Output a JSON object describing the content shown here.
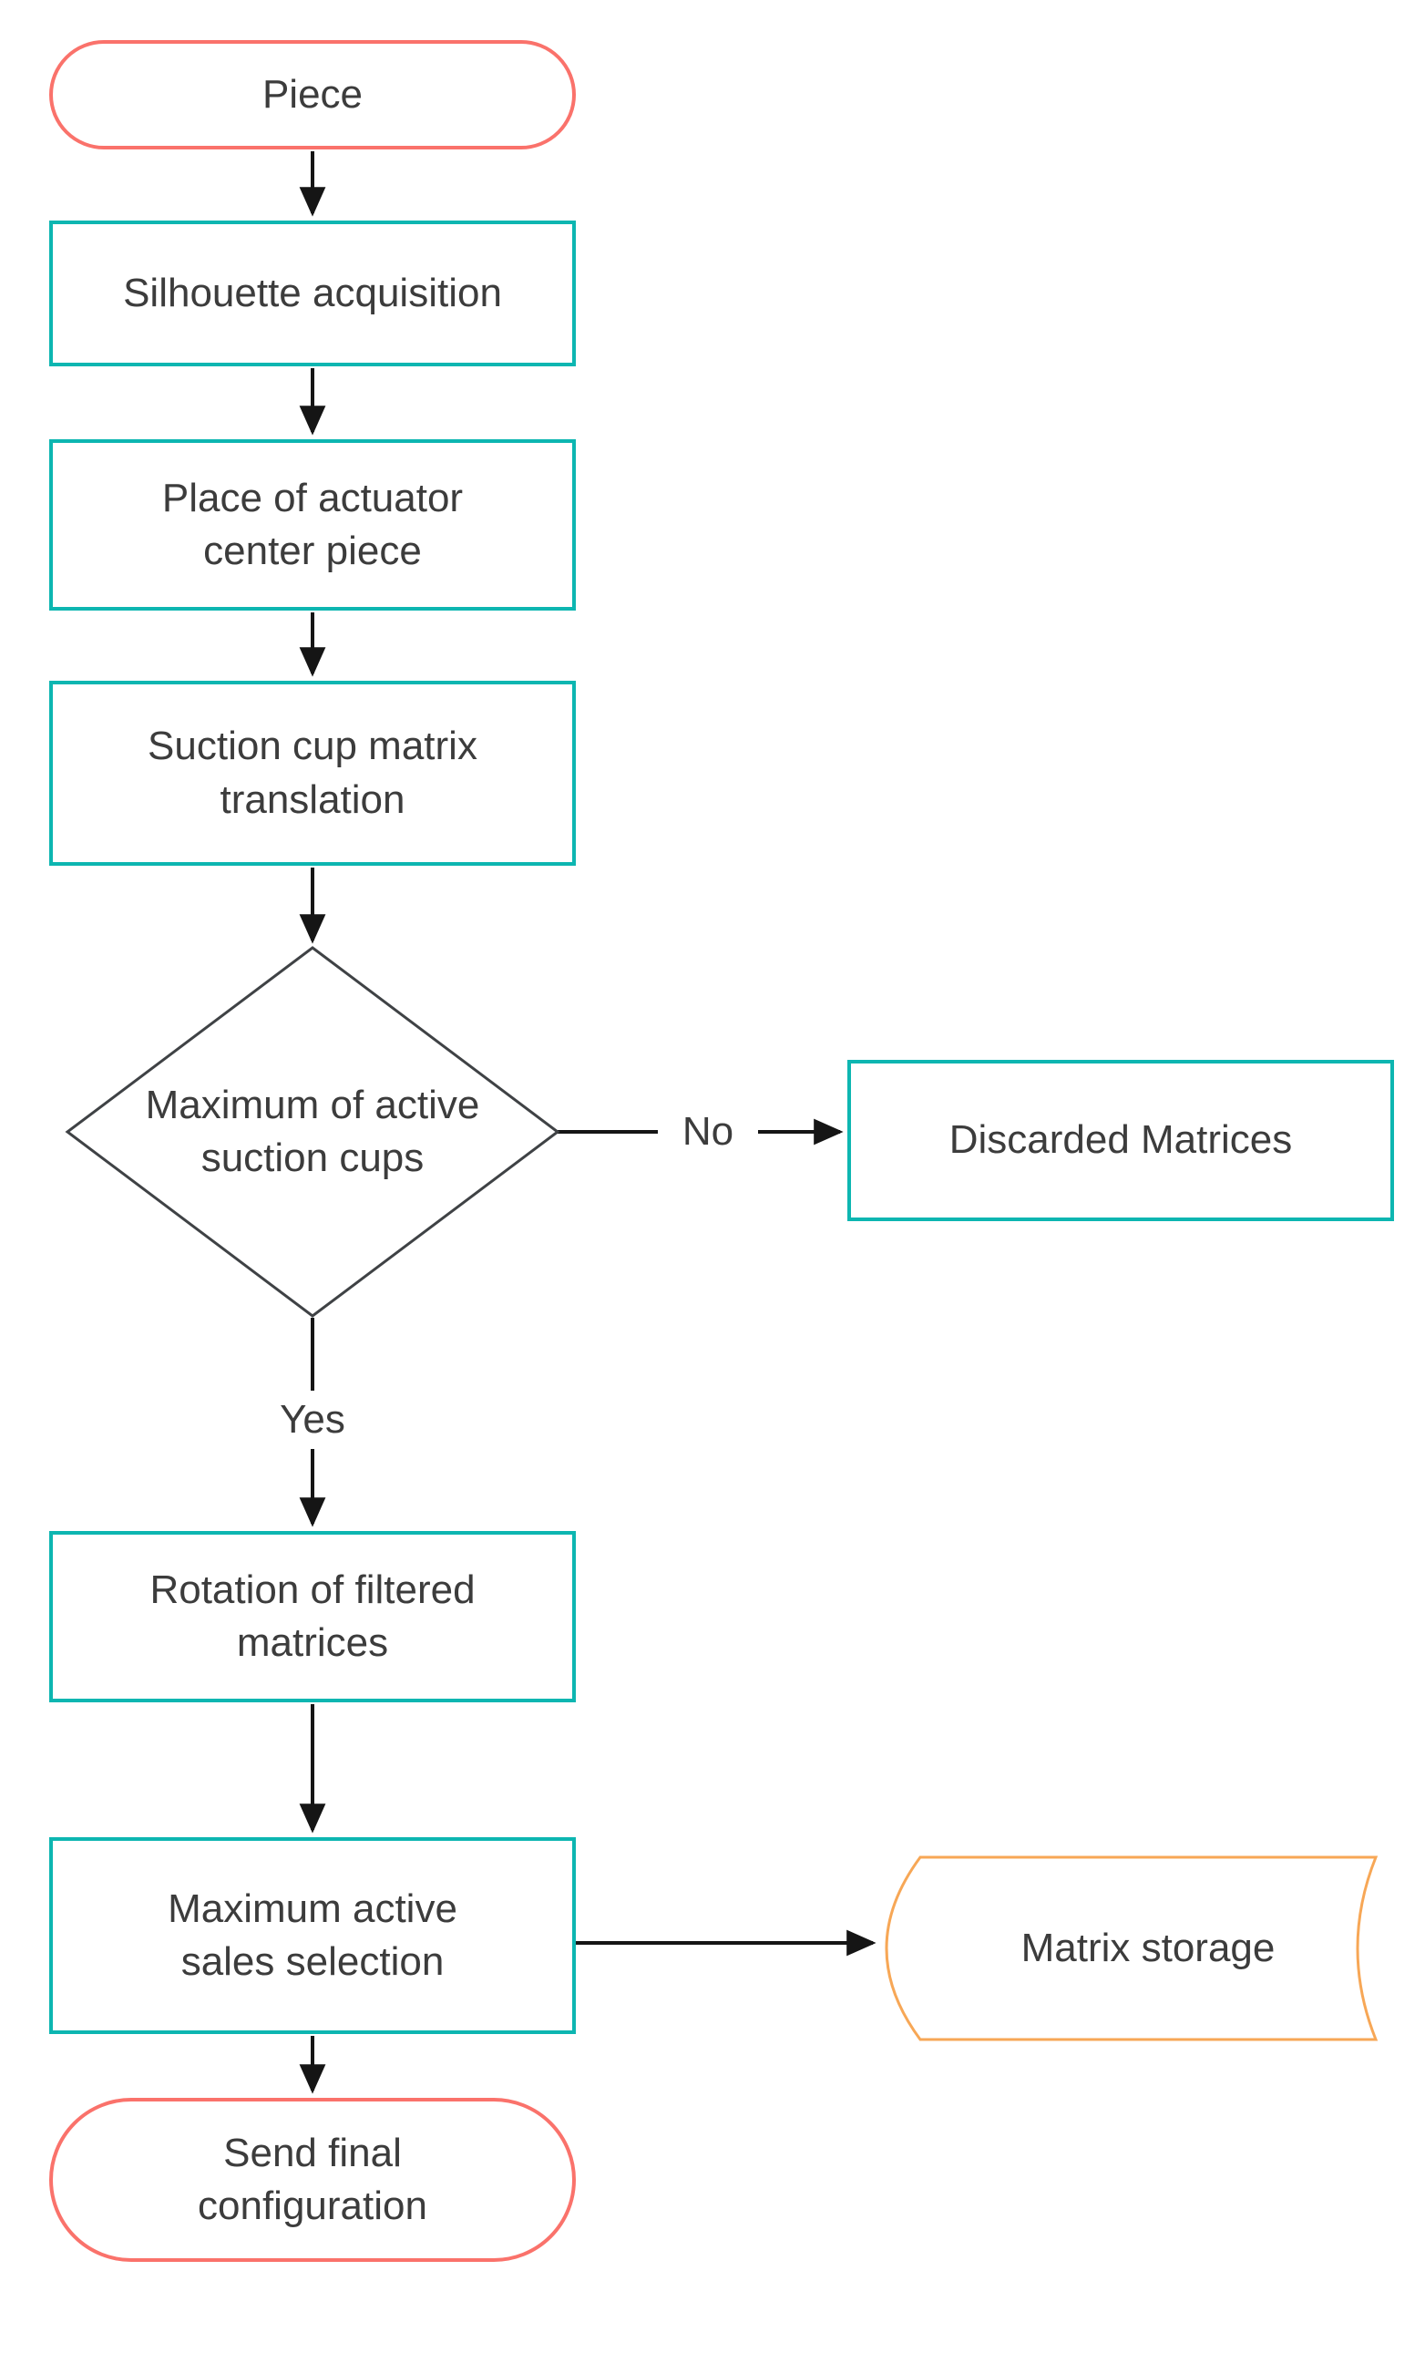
{
  "diagram": {
    "nodes": {
      "piece": {
        "label": "Piece"
      },
      "silhouette": {
        "label": "Silhouette acquisition"
      },
      "place_actuator": {
        "label": "Place of actuator\ncenter piece"
      },
      "suction_translation": {
        "label": "Suction cup matrix\ntranslation"
      },
      "decision": {
        "label": "Maximum of active\nsuction cups"
      },
      "discarded": {
        "label": "Discarded Matrices"
      },
      "rotation": {
        "label": "Rotation of filtered\nmatrices"
      },
      "max_sales": {
        "label": "Maximum active\nsales selection"
      },
      "matrix_storage": {
        "label": "Matrix storage"
      },
      "send_final": {
        "label": "Send final\nconfiguration"
      }
    },
    "edge_labels": {
      "no": "No",
      "yes": "Yes"
    },
    "colors": {
      "terminator": "#fa726b",
      "process": "#0db6b1",
      "decision": "#3f4245",
      "storage": "#f7a756",
      "arrow": "#151515",
      "text": "#3c3c3c"
    }
  }
}
